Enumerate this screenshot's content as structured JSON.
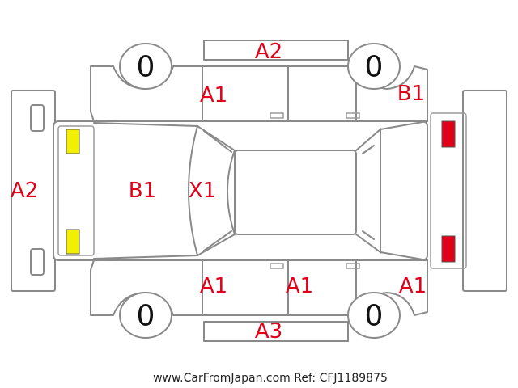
{
  "tires": {
    "front_left": "0",
    "front_right": "0",
    "rear_left": "0",
    "rear_right": "0"
  },
  "damage_marks": {
    "roof_top": "A2",
    "front_left_door": "A1",
    "front_left_fender": "B1",
    "rear_bumper": "A2",
    "hood": "B1",
    "windshield": "X1",
    "rear_right_door_low": "A1",
    "front_right_door_low": "A1",
    "front_right_fender_low": "A1",
    "rocker_bottom": "A3"
  },
  "footer": "www.CarFromJapan.com Ref: CFJ1189875",
  "colors": {
    "lamp_front": "#f2ef00",
    "lamp_rear": "#e0001a",
    "mark_text": "#e0001a",
    "outline": "#8a8a8a"
  }
}
